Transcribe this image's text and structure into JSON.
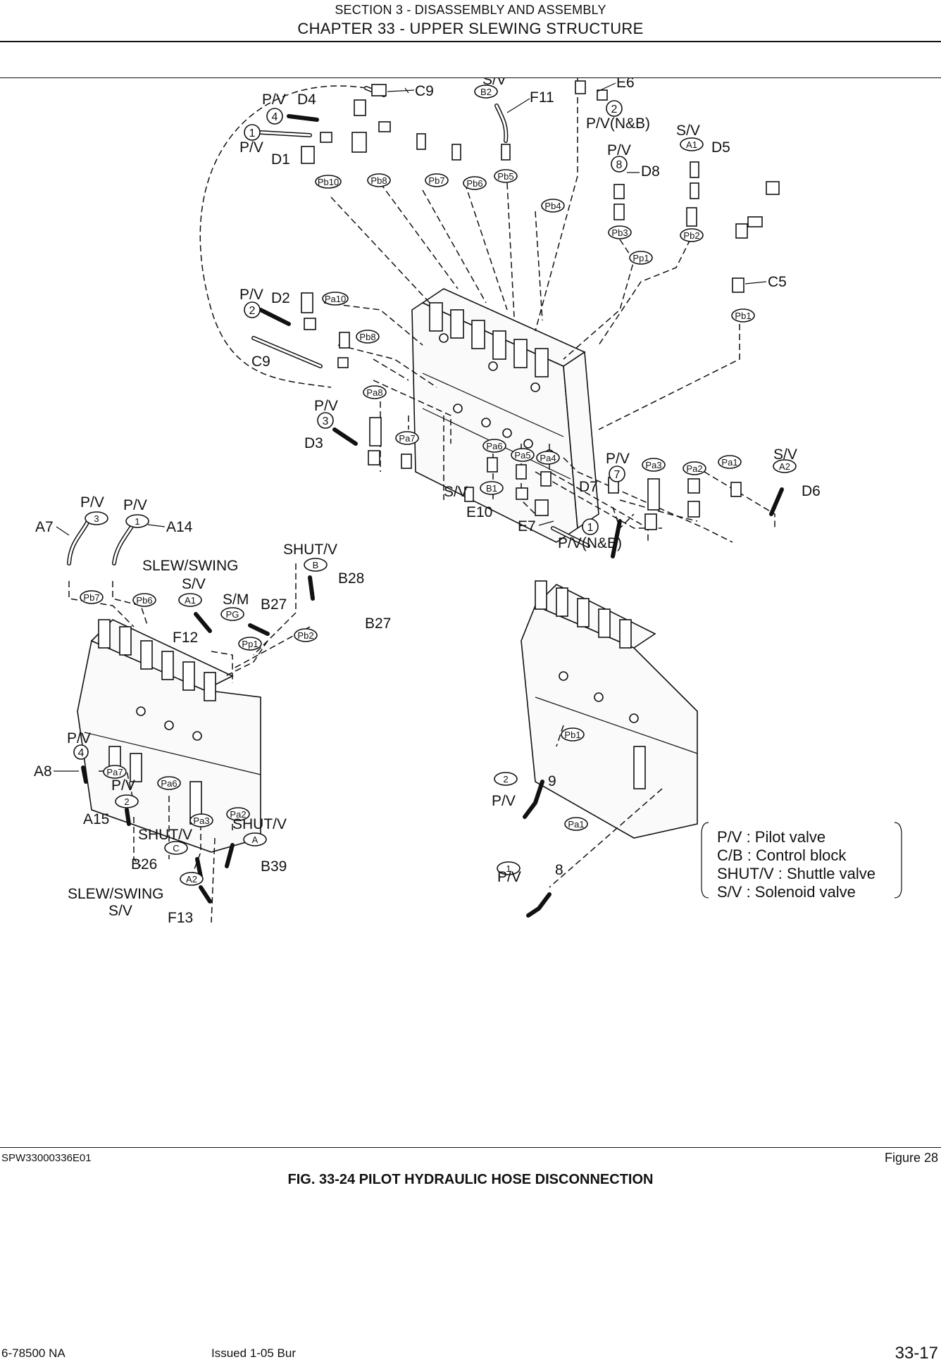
{
  "header": {
    "section": "SECTION 3 - DISASSEMBLY AND ASSEMBLY",
    "chapter": "CHAPTER 33 - UPPER SLEWING STRUCTURE"
  },
  "labels": {
    "sv": "S/V",
    "pv": "P/V",
    "pvnb": "P/V(N&B)",
    "shutv": "SHUT/V",
    "sm": "S/M",
    "slew_swing": "SLEW/SWING",
    "C9": "C9",
    "C5": "C5",
    "F11": "F11",
    "E6": "E6",
    "D4": "D4",
    "D1": "D1",
    "D5": "D5",
    "D8": "D8",
    "D2": "D2",
    "D3": "D3",
    "D6": "D6",
    "D7": "D7",
    "E10": "E10",
    "E7": "E7",
    "A7": "A7",
    "A14": "A14",
    "A8": "A8",
    "A15": "A15",
    "B28": "B28",
    "B27": "B27",
    "F12": "F12",
    "F13": "F13",
    "B26": "B26",
    "B39": "B39",
    "n9": "9",
    "n8": "8"
  },
  "tags": {
    "B2": "B2",
    "A1": "A1",
    "A2": "A2",
    "B1": "B1",
    "B": "B",
    "PG": "PG",
    "A": "A",
    "C": "C",
    "Pb10": "Pb10",
    "Pb8": "Pb8",
    "Pb7": "Pb7",
    "Pb6": "Pb6",
    "Pb5": "Pb5",
    "Pb4": "Pb4",
    "Pb3": "Pb3",
    "Pb2": "Pb2",
    "Pp1": "Pp1",
    "Pb1": "Pb1",
    "Pa10": "Pa10",
    "Pa8": "Pa8",
    "Pa7": "Pa7",
    "Pa6": "Pa6",
    "Pa5": "Pa5",
    "Pa4": "Pa4",
    "Pa3": "Pa3",
    "Pa2": "Pa2",
    "Pa1": "Pa1"
  },
  "nums": {
    "n1": "1",
    "n2": "2",
    "n3": "3",
    "n4": "4",
    "n7": "7",
    "n8": "8"
  },
  "legend": {
    "pv": "P/V : Pilot valve",
    "cb": "C/B : Control block",
    "shutv": "SHUT/V : Shuttle valve",
    "sv": "S/V : Solenoid valve"
  },
  "caption": {
    "code": "SPW33000336E01",
    "figure_number": "Figure 28",
    "title": "FIG. 33-24 PILOT HYDRAULIC HOSE DISCONNECTION"
  },
  "footer": {
    "doc_number": "6-78500 NA",
    "issue": "Issued 1-05    Bur",
    "page": "33-17"
  }
}
